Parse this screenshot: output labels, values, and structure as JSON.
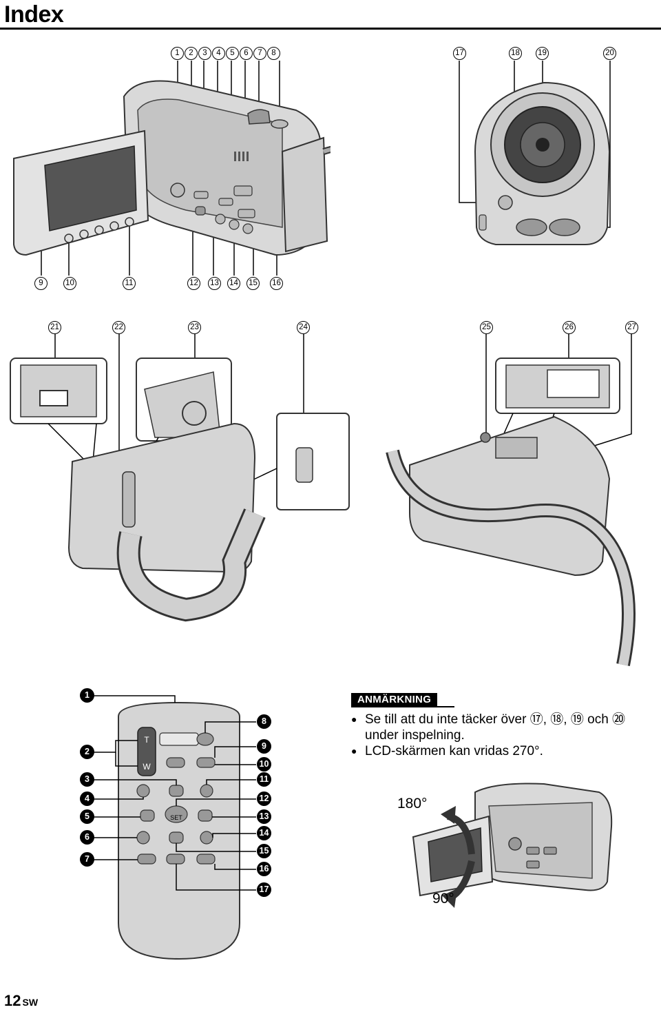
{
  "page": {
    "title": "Index",
    "page_number": "12",
    "language_code": "SW"
  },
  "camera_callouts": {
    "top_left_row": [
      "1",
      "2",
      "3",
      "4",
      "5",
      "6",
      "7",
      "8"
    ],
    "top_right_row": [
      "17",
      "18",
      "19",
      "20"
    ],
    "bottom_left_row": [
      "9",
      "10",
      "11",
      "12",
      "13",
      "14",
      "15",
      "16"
    ],
    "middle_row": [
      "21",
      "22",
      "23",
      "24",
      "25",
      "26",
      "27"
    ]
  },
  "remote_callouts": {
    "left": [
      "1",
      "2",
      "3",
      "4",
      "5",
      "6",
      "7"
    ],
    "right": [
      "8",
      "9",
      "10",
      "11",
      "12",
      "13",
      "14",
      "15",
      "16",
      "17"
    ],
    "button_labels": {
      "tele": "T",
      "wide": "W",
      "set": "SET"
    }
  },
  "note": {
    "heading": "ANMÄRKNING",
    "items": [
      "Se till att du inte täcker över ⑰, ⑱, ⑲ och ⑳ under inspelning.",
      "LCD-skärmen kan vridas 270°."
    ]
  },
  "rotation": {
    "upper_angle": "180°",
    "lower_angle": "90°"
  }
}
